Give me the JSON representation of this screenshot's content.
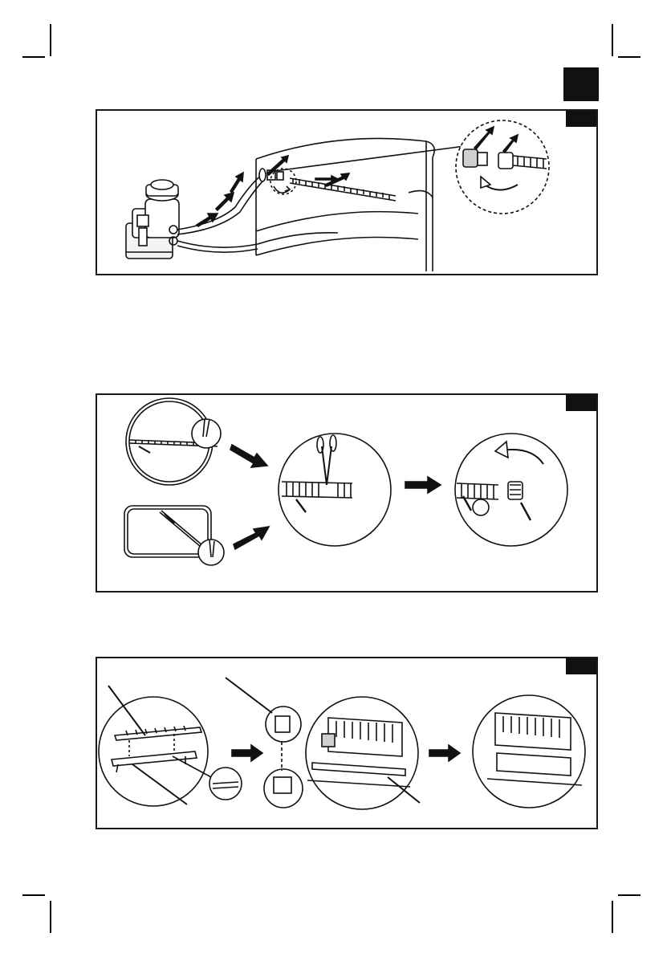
{
  "page": {
    "section_tab": "",
    "panels": [
      {
        "id": "hose-connection",
        "tab": ""
      },
      {
        "id": "hose-trim",
        "tab": ""
      },
      {
        "id": "strainer-assembly",
        "tab": ""
      }
    ]
  },
  "icons": [
    "crop-mark",
    "arrow-icon",
    "rotate-arrow-icon",
    "scissors-icon",
    "hose",
    "filter-pump",
    "pool-wall",
    "hose-connector",
    "strainer-grid",
    "mounting-bracket"
  ],
  "colors": {
    "ink": "#111111",
    "paper": "#ffffff",
    "shade": "#bdbdbd"
  }
}
